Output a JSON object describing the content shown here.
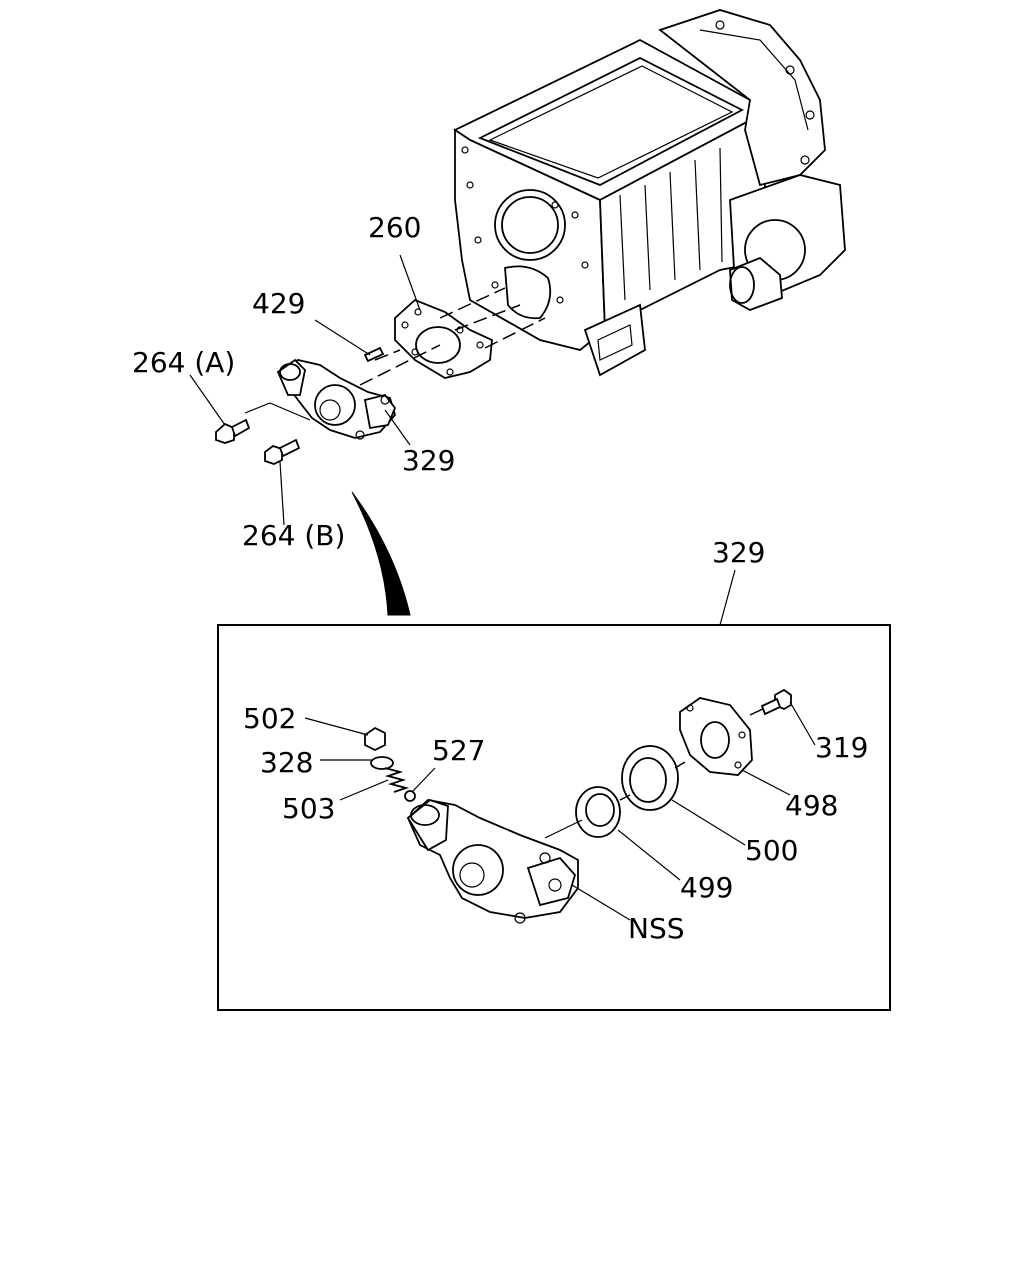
{
  "callouts": {
    "c260": "260",
    "c429": "429",
    "c264a": "264 (A)",
    "c329_top": "329",
    "c264b": "264 (B)",
    "c329_box": "329",
    "c502": "502",
    "c328": "328",
    "c527": "527",
    "c503": "503",
    "c319": "319",
    "c498": "498",
    "c500": "500",
    "c499": "499",
    "cNSS": "NSS"
  },
  "colors": {
    "line": "#000000",
    "background": "#ffffff"
  }
}
